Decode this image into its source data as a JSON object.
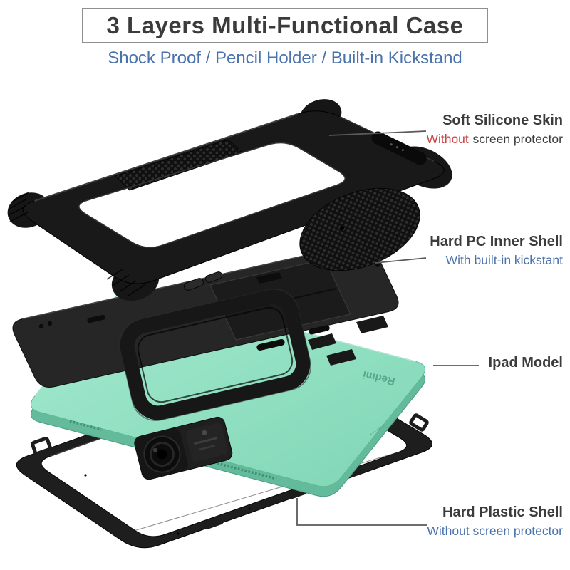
{
  "header": {
    "title": "3 Layers Multi-Functional Case",
    "subtitle": "Shock Proof / Pencil Holder / Built-in Kickstand"
  },
  "annotations": {
    "silicone": {
      "title": "Soft Silicone Skin",
      "highlight": "Without",
      "rest": "screen protector"
    },
    "shell": {
      "title": "Hard PC Inner Shell",
      "subtitle": "With built-in kickstant"
    },
    "tablet": {
      "title": "Ipad Model"
    },
    "plastic": {
      "title": "Hard Plastic Shell",
      "subtitle": "Without screen protector"
    }
  },
  "product": {
    "brand": "Redmi"
  },
  "colors": {
    "accent_blue": "#4a72ad",
    "accent_red": "#c94343",
    "label_dark": "#3c3c3c",
    "tablet_green": "#8fdec0",
    "case_black": "#191919",
    "leader_gray": "#5a5a5a"
  }
}
